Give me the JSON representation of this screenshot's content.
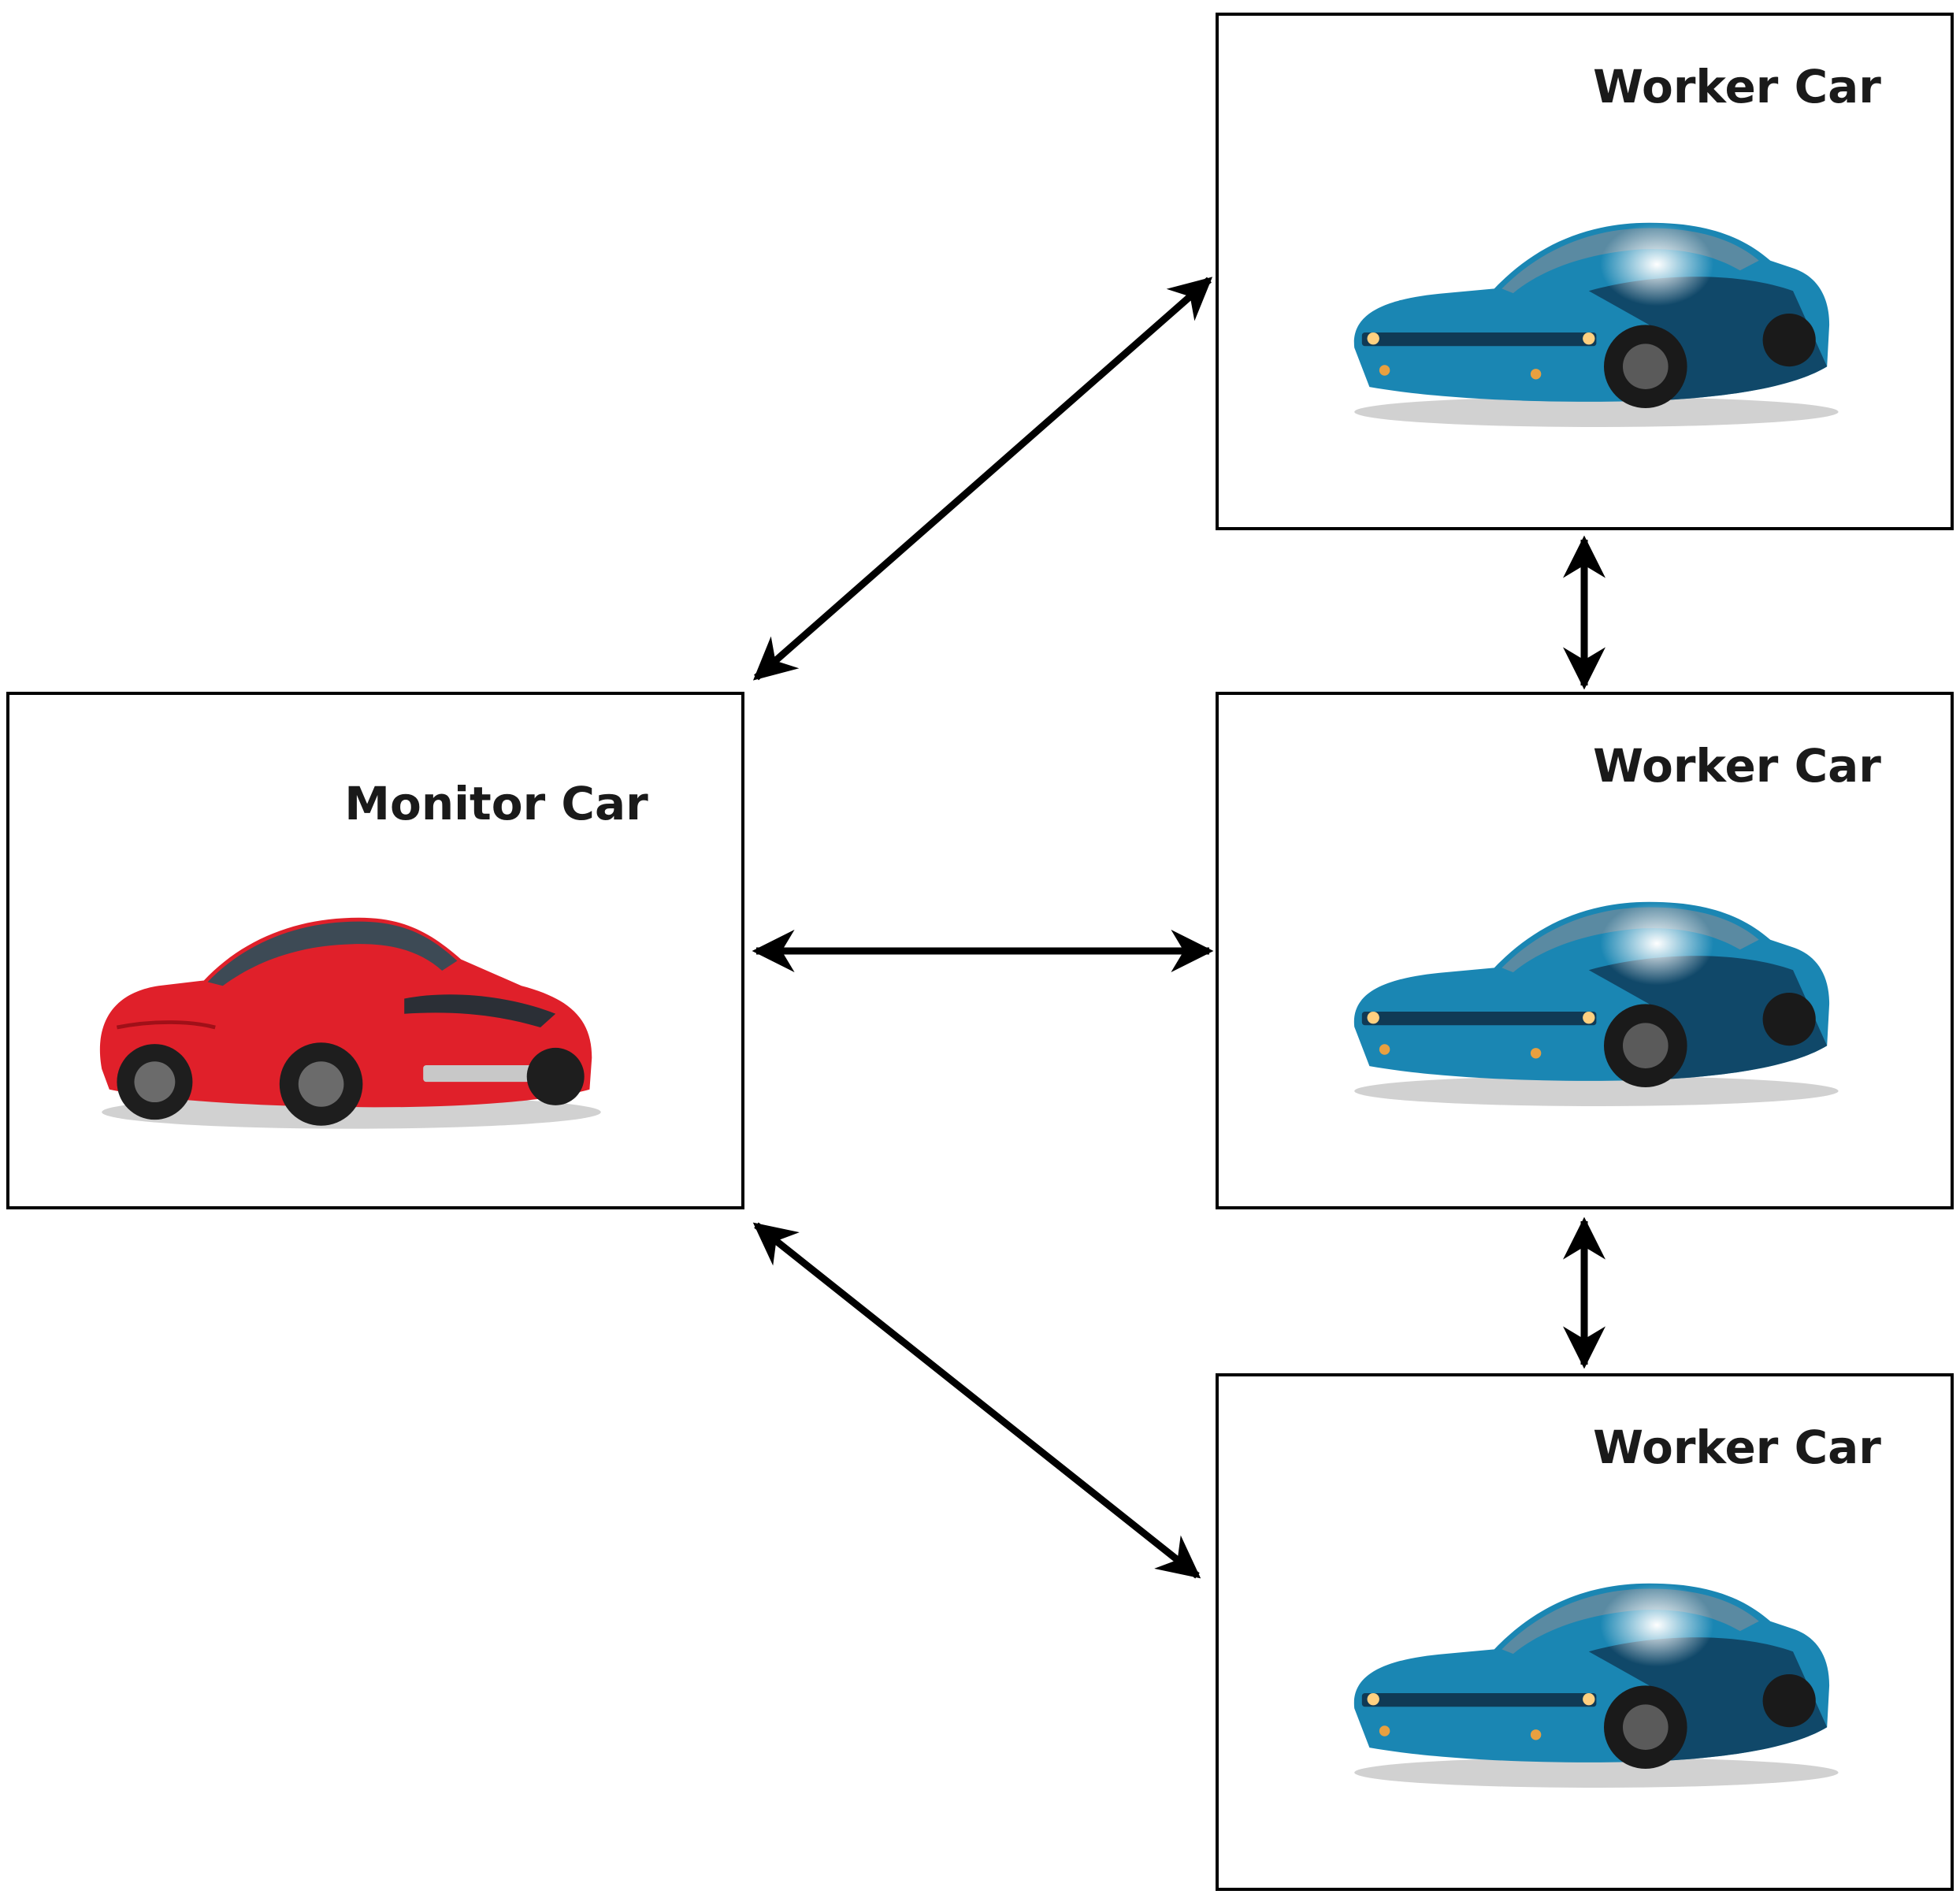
{
  "nodes": [
    {
      "id": "monitor",
      "label": "Monitor Car",
      "car_color": "#e0202a",
      "icon": "red-sports-car"
    },
    {
      "id": "worker1",
      "label": "Worker Car",
      "car_color": "#1a86b3",
      "icon": "blue-sports-car"
    },
    {
      "id": "worker2",
      "label": "Worker Car",
      "car_color": "#1a86b3",
      "icon": "blue-sports-car"
    },
    {
      "id": "worker3",
      "label": "Worker Car",
      "car_color": "#1a86b3",
      "icon": "blue-sports-car"
    }
  ],
  "edges": [
    {
      "from": "monitor",
      "to": "worker1",
      "direction": "bidirectional"
    },
    {
      "from": "monitor",
      "to": "worker2",
      "direction": "bidirectional"
    },
    {
      "from": "monitor",
      "to": "worker3",
      "direction": "bidirectional"
    },
    {
      "from": "worker1",
      "to": "worker2",
      "direction": "bidirectional"
    },
    {
      "from": "worker2",
      "to": "worker3",
      "direction": "bidirectional"
    }
  ]
}
